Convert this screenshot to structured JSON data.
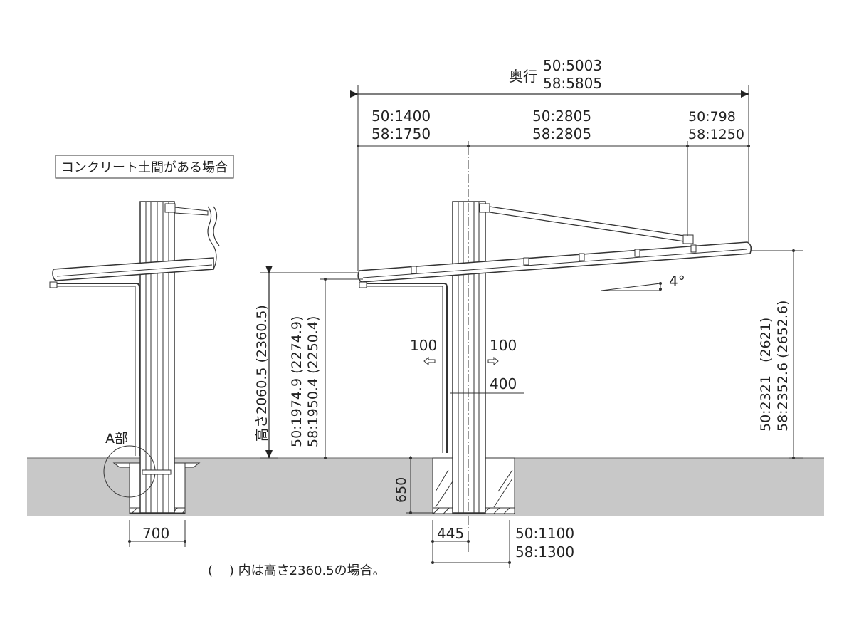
{
  "depth": {
    "label": "奥行",
    "v50": "50:5003",
    "v58": "58:5805"
  },
  "segments": [
    {
      "v50": "50:1400",
      "v58": "58:1750"
    },
    {
      "v50": "50:2805",
      "v58": "58:2805"
    },
    {
      "v50": "50:798",
      "v58": "58:1250"
    }
  ],
  "concrete_label": "コンクリート土間がある場合",
  "angle": "4°",
  "a_part": "A部",
  "offset_left": "100",
  "offset_right": "100",
  "offset_400": "400",
  "height_left": {
    "main": "高さ2060.5 (2360.5)",
    "v50": "50:1974.9 (2274.9)",
    "v58": "58:1950.4 (2250.4)"
  },
  "height_right": {
    "v50": "50:2321   (2621)",
    "v58": "58:2352.6 (2652.6)"
  },
  "depth_650": "650",
  "width_700": "700",
  "width_445": "445",
  "bottom_right": {
    "v50": "50:1100",
    "v58": "58:1300"
  },
  "note": "(    ) 内は高さ2360.5の場合。"
}
